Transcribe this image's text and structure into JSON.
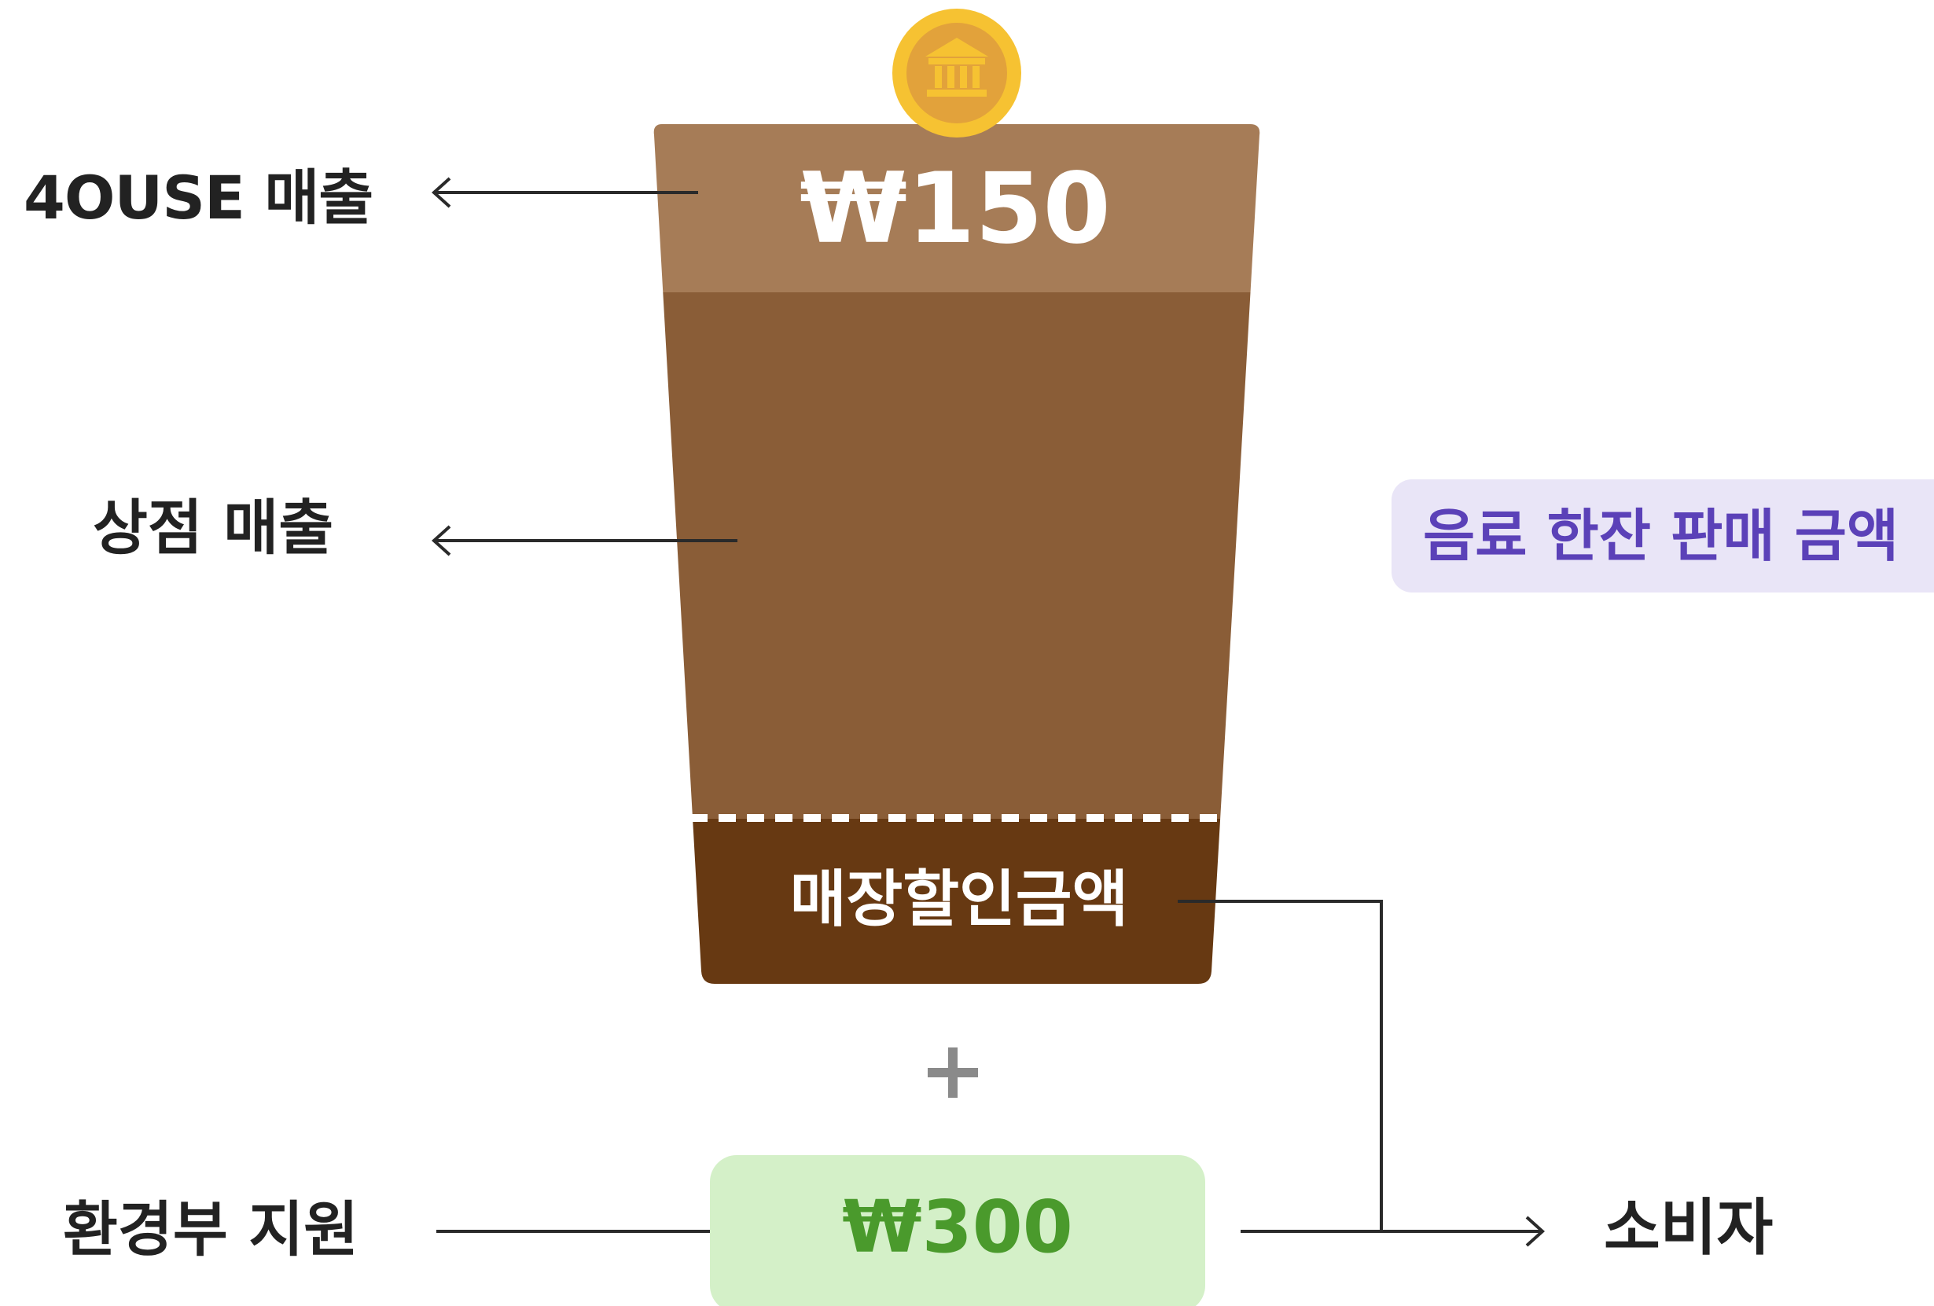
{
  "labels": {
    "ouse_revenue": "4OUSE 매출",
    "store_revenue": "상점 매출",
    "gov_support": "환경부 지원",
    "consumer": "소비자"
  },
  "cup": {
    "top_value": "₩150",
    "bottom_label": "매장할인금액"
  },
  "badge": {
    "text": "음료 한잔 판매 금액"
  },
  "support": {
    "value": "₩300"
  },
  "icons": {
    "coin": "bank-coin-icon",
    "plus": "plus-icon"
  },
  "colors": {
    "cup_top": "#a67c57",
    "cup_middle": "#8a5d37",
    "cup_bottom": "#673912",
    "coin": "#f6c232",
    "badge_bg": "#e9e5f7",
    "badge_text": "#5b41b8",
    "support_bg": "#d4f0c8",
    "support_text": "#4a9a2c"
  }
}
